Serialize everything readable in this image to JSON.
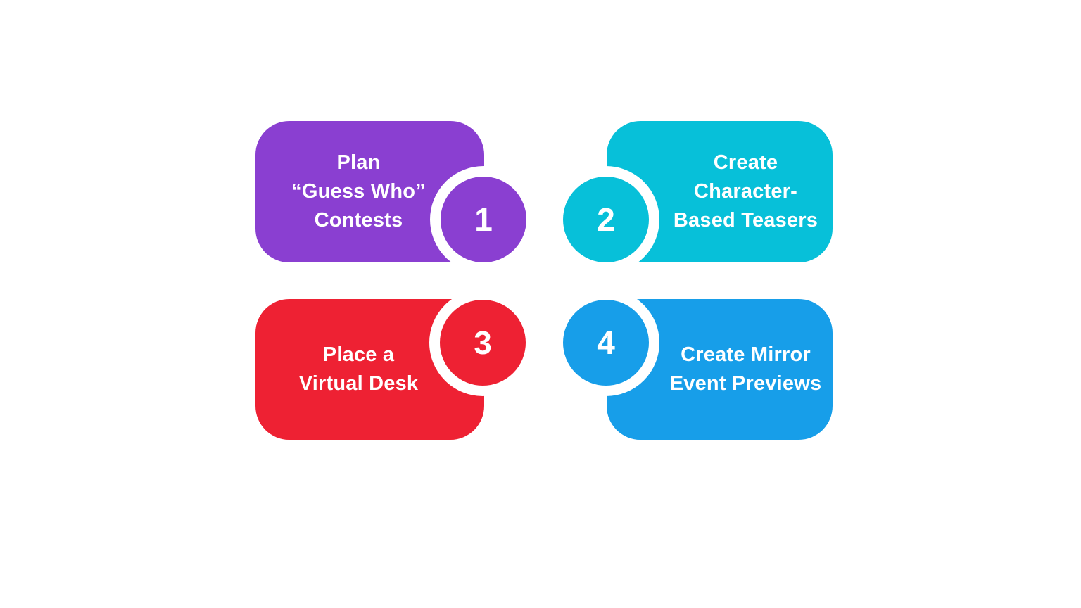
{
  "background_color": "#ffffff",
  "text_color": "#ffffff",
  "steps": [
    {
      "number": "1",
      "lines": [
        "Plan",
        "“Guess Who”",
        "Contests"
      ],
      "color": "#8a3fd1",
      "badge_side": "right"
    },
    {
      "number": "2",
      "lines": [
        "Create",
        "Character-",
        "Based Teasers"
      ],
      "color": "#07c0d9",
      "badge_side": "left"
    },
    {
      "number": "3",
      "lines": [
        "Place a",
        "Virtual Desk"
      ],
      "color": "#ee2133",
      "badge_side": "right"
    },
    {
      "number": "4",
      "lines": [
        "Create Mirror",
        "Event Previews"
      ],
      "color": "#179ee9",
      "badge_side": "left"
    }
  ]
}
